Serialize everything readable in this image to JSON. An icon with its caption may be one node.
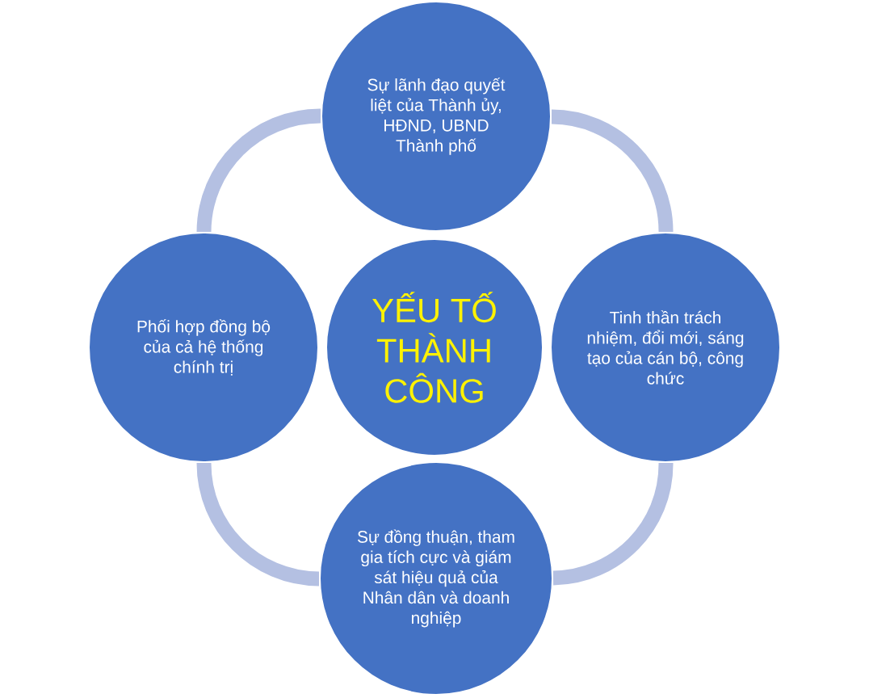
{
  "diagram": {
    "nodes": [
      {
        "text": [
          "Sự lãnh đạo quyết liệt của Thành ủy, HĐND, UBND Thành phố"
        ]
      },
      {
        "text": [
          "Phối hợp đồng bộ của cả hệ thống chính trị"
        ]
      },
      {
        "text": [
          "YẾU TỐ THÀNH CÔNG"
        ]
      },
      {
        "text": [
          "Tinh thần trách nhiệm, đổi mới, sáng tạo của cán bộ, công chức"
        ]
      },
      {
        "text": [
          "Sự đồng thuận, tham gia tích cực và giám sát hiệu quả của Nhân dân và doanh nghiệp"
        ]
      }
    ],
    "edges": [
      {
        "from": 0,
        "to": 3,
        "arrow": "none"
      },
      {
        "from": 3,
        "to": 4,
        "arrow": "none"
      },
      {
        "from": 4,
        "to": 1,
        "arrow": "none"
      },
      {
        "from": 1,
        "to": 0,
        "arrow": "none"
      }
    ]
  }
}
